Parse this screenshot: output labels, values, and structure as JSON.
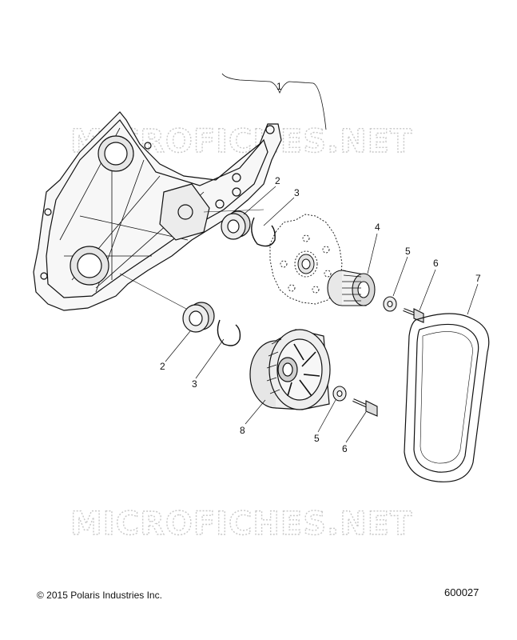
{
  "watermark": {
    "top_text": "MICROFICHES.NET",
    "bottom_text": "MICROFICHES.NET"
  },
  "callouts": {
    "c1": "1",
    "c2a": "2",
    "c2b": "2",
    "c3a": "3",
    "c3b": "3",
    "c4": "4",
    "c5a": "5",
    "c5b": "5",
    "c6a": "6",
    "c6b": "6",
    "c7": "7",
    "c8": "8"
  },
  "footer": {
    "copyright": "© 2015 Polaris Industries Inc.",
    "figure_number": "600027"
  }
}
